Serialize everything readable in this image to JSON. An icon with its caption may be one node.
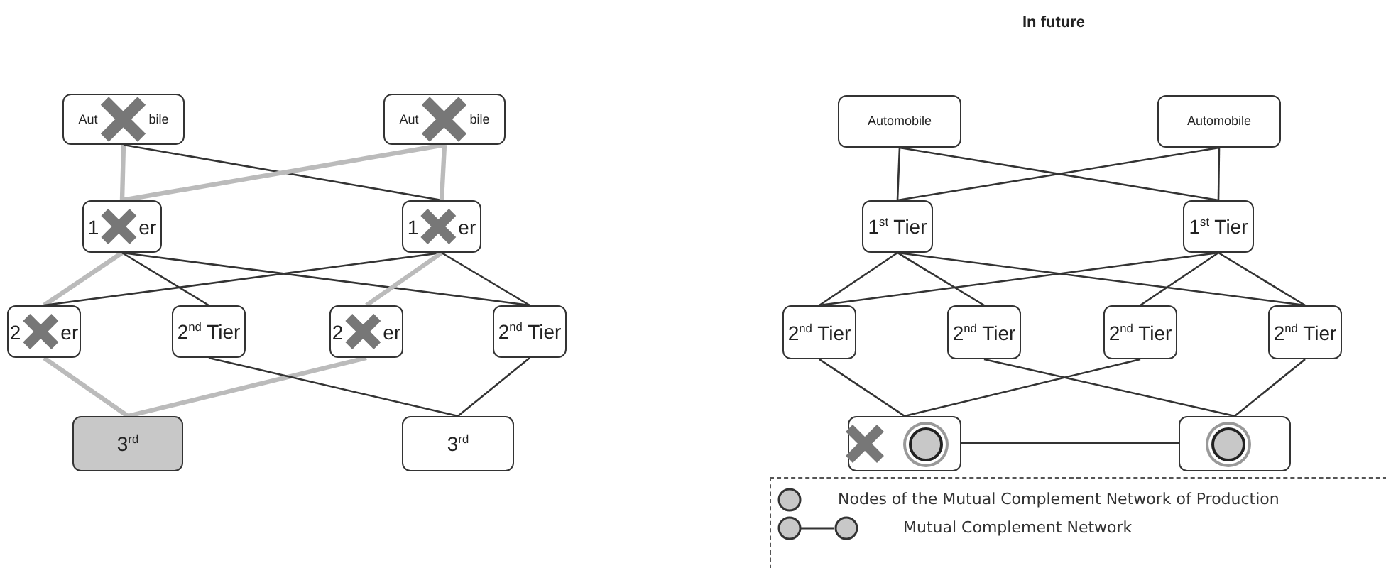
{
  "diagram": {
    "nodes": [
      {
        "text": [
          "Aut",
          "bile"
        ]
      },
      {
        "text": [
          "Aut",
          "bile"
        ]
      },
      {
        "text": [
          "1",
          "er"
        ]
      },
      {
        "text": [
          "1",
          "er"
        ]
      },
      {
        "text": [
          "2",
          "er"
        ]
      },
      {
        "text": [
          "2$^{nd}$ Tier"
        ]
      },
      {
        "text": [
          "2",
          "er"
        ]
      },
      {
        "text": [
          "2$^{nd}$ Tier"
        ]
      },
      {
        "text": [
          "3$^{rd}$"
        ]
      },
      {
        "text": [
          "3$^{rd}$"
        ]
      },
      {
        "text": [
          "Automobile"
        ]
      },
      {
        "text": [
          "Automobile"
        ]
      },
      {
        "text": [
          "1$^{st}$ Tier"
        ]
      },
      {
        "text": [
          "1$^{st}$ Tier"
        ]
      },
      {
        "text": [
          "2$^{nd}$ Tier"
        ]
      },
      {
        "text": [
          "2$^{nd}$ Tier"
        ]
      },
      {
        "text": [
          "2$^{nd}$ Tier"
        ]
      },
      {
        "text": [
          "2$^{nd}$ Tier"
        ]
      },
      {
        "text": [],
        "shape": "box"
      },
      {
        "text": [],
        "shape": "circle",
        "in": 18
      },
      {
        "text": [],
        "shape": "box"
      },
      {
        "text": [],
        "shape": "circle",
        "in": 20
      }
    ],
    "edges": [
      {
        "from": 0,
        "to": 2,
        "arrow": "none",
        "style": "thick",
        "color": "#bbbbbb"
      },
      {
        "from": 0,
        "to": 3,
        "arrow": "none"
      },
      {
        "from": 1,
        "to": 2,
        "arrow": "none",
        "style": "thick",
        "color": "#bbbbbb"
      },
      {
        "from": 1,
        "to": 3,
        "arrow": "none",
        "style": "thick",
        "color": "#bbbbbb"
      },
      {
        "from": 2,
        "to": 4,
        "arrow": "none",
        "style": "thick",
        "color": "#bbbbbb"
      },
      {
        "from": 2,
        "to": 5,
        "arrow": "none"
      },
      {
        "from": 2,
        "to": 7,
        "arrow": "none"
      },
      {
        "from": 3,
        "to": 4,
        "arrow": "none"
      },
      {
        "from": 3,
        "to": 6,
        "arrow": "none",
        "style": "thick",
        "color": "#bbbbbb"
      },
      {
        "from": 3,
        "to": 7,
        "arrow": "none"
      },
      {
        "from": 4,
        "to": 8,
        "arrow": "none",
        "style": "thick",
        "color": "#bbbbbb"
      },
      {
        "from": 6,
        "to": 8,
        "arrow": "none",
        "style": "thick",
        "color": "#bbbbbb"
      },
      {
        "from": 5,
        "to": 9,
        "arrow": "none"
      },
      {
        "from": 7,
        "to": 9,
        "arrow": "none"
      },
      {
        "from": 10,
        "to": 12,
        "arrow": "none"
      },
      {
        "from": 10,
        "to": 13,
        "arrow": "none"
      },
      {
        "from": 11,
        "to": 12,
        "arrow": "none"
      },
      {
        "from": 11,
        "to": 13,
        "arrow": "none"
      },
      {
        "from": 12,
        "to": 14,
        "arrow": "none"
      },
      {
        "from": 12,
        "to": 15,
        "arrow": "none"
      },
      {
        "from": 12,
        "to": 17,
        "arrow": "none"
      },
      {
        "from": 13,
        "to": 14,
        "arrow": "none"
      },
      {
        "from": 13,
        "to": 16,
        "arrow": "none"
      },
      {
        "from": 13,
        "to": 17,
        "arrow": "none"
      },
      {
        "from": 14,
        "to": 18,
        "arrow": "none"
      },
      {
        "from": 16,
        "to": 18,
        "arrow": "none"
      },
      {
        "from": 15,
        "to": 20,
        "arrow": "none"
      },
      {
        "from": 17,
        "to": 20,
        "arrow": "none"
      },
      {
        "from": 19,
        "to": 21,
        "arrow": "none"
      }
    ],
    "labels": [
      "In future"
    ],
    "legend": [
      {
        "text": "Nodes of the Mutual Complement Network of Production"
      },
      {
        "text": "Mutual Complement Network"
      }
    ]
  }
}
